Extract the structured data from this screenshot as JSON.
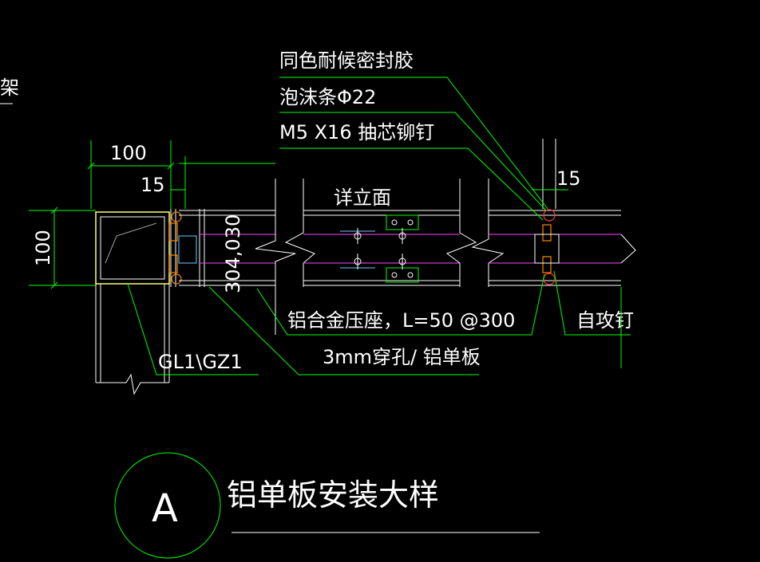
{
  "labels": {
    "sealant": "同色耐候密封胶",
    "foam_strip": "泡沫条Φ22",
    "rivet": "M5 X16 抽芯铆钉",
    "elevation": "详立面",
    "pressure_seat": "铝合金压座，L=50 @300",
    "self_tapping_screw": "自攻钉",
    "panel": "3mm穿孔/ 铝单板",
    "steel": "GL1\\GZ1",
    "edge_fragment": "架"
  },
  "dimensions": {
    "top_width": "100",
    "side_height": "100",
    "gap_left": "15",
    "gap_right": "15",
    "panel_offset": "304,030"
  },
  "title": {
    "detail_letter": "A",
    "detail_name": "铝单板安装大样"
  },
  "colors": {
    "background": "#000000",
    "leader": "#00ff00",
    "text": "#ffffff",
    "panel_line": "#ff44ff",
    "tube": "#ffff66"
  }
}
